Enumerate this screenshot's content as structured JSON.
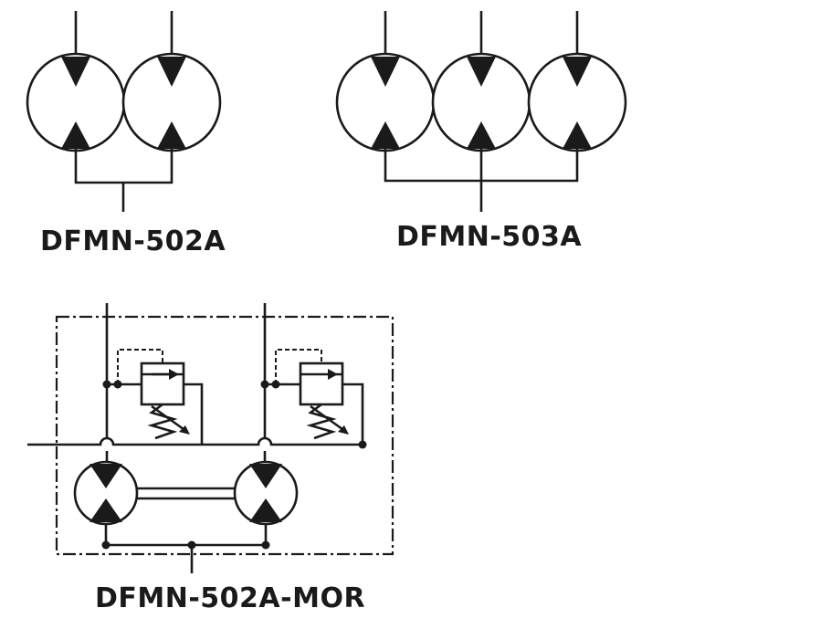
{
  "labels": {
    "dfmn_502a": "DFMN-502A",
    "dfmn_503a": "DFMN-503A",
    "dfmn_502a_mor": "DFMN-502A-MOR"
  },
  "colors": {
    "ink": "#1a1a1a",
    "background": "#ffffff"
  }
}
